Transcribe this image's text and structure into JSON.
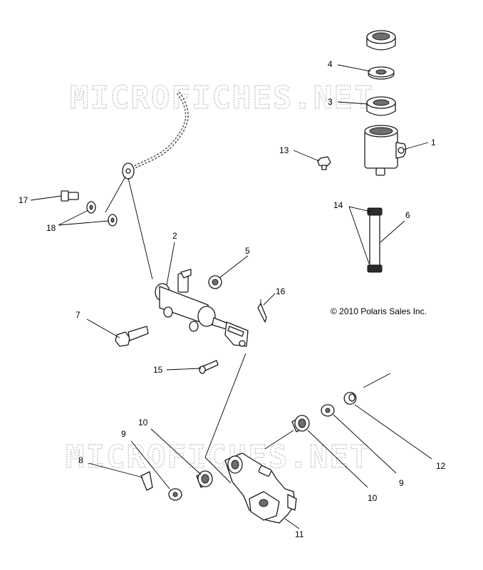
{
  "watermark": {
    "text": "MICROFICHES.NET"
  },
  "copyright": "© 2010 Polaris Sales Inc.",
  "callouts": {
    "n1": "1",
    "n2": "2",
    "n3": "3",
    "n4": "4",
    "n5": "5",
    "n6": "6",
    "n7": "7",
    "n8": "8",
    "n9a": "9",
    "n9b": "9",
    "n10a": "10",
    "n10b": "10",
    "n11": "11",
    "n12": "12",
    "n13": "13",
    "n14": "14",
    "n15": "15",
    "n16": "16",
    "n17": "17",
    "n18": "18"
  },
  "colors": {
    "line": "#000000",
    "watermark": "#c8c8c8",
    "shade": "#6e6e6e"
  }
}
